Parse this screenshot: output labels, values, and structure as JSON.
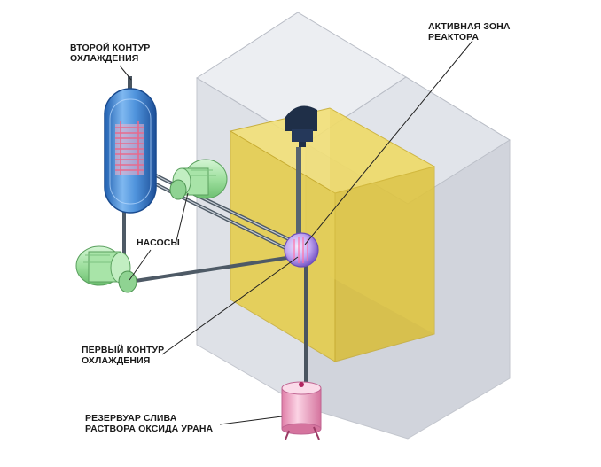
{
  "labels": {
    "secondary_loop": {
      "line1": "ВТОРОЙ КОНТУР",
      "line2": "ОХЛАЖДЕНИЯ"
    },
    "core": {
      "line1": "АКТИВНАЯ ЗОНА",
      "line2": "РЕАКТОРА"
    },
    "pumps": {
      "line1": "НАСОСЫ"
    },
    "primary_loop": {
      "line1": "ПЕРВЫЙ КОНТУР",
      "line2": "ОХЛАЖДЕНИЯ"
    },
    "drain_tank": {
      "line1": "РЕЗЕРВУАР СЛИВА",
      "line2": "РАСТВОРА ОКСИДА УРАНА"
    }
  },
  "colors": {
    "shielding": "#dcdfe6",
    "reactor_vessel": "#e6cc3e",
    "heat_exchanger": "#3f86d6",
    "pump": "#98dd9a",
    "tank": "#f2a6c6",
    "pipe": "#4a5560",
    "core": "#c9b4f0"
  }
}
